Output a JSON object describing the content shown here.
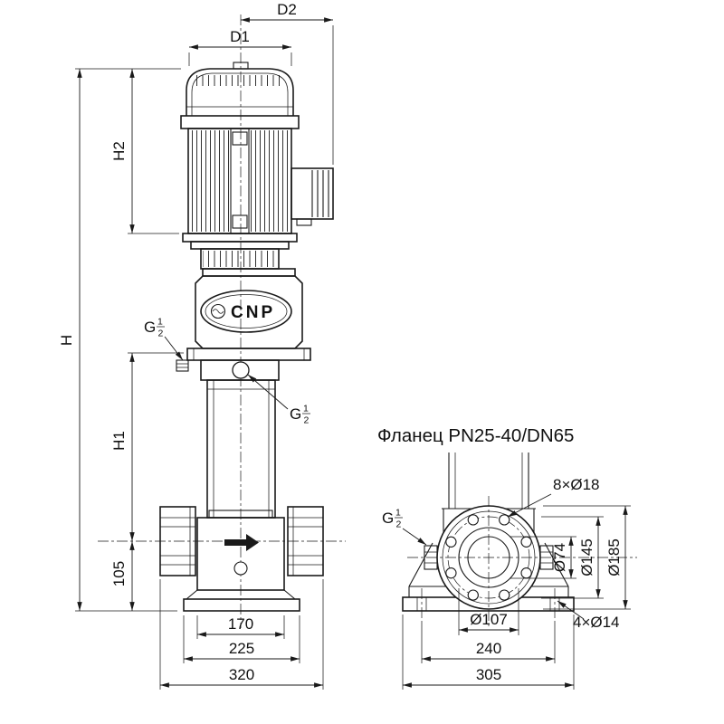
{
  "drawing": {
    "left_view": {
      "dim_d2": "D2",
      "dim_d1": "D1",
      "dim_h": "H",
      "dim_h2": "H2",
      "dim_h1": "H1",
      "dim_105": "105",
      "dim_170": "170",
      "dim_225": "225",
      "dim_320": "320",
      "logo": "CNP"
    },
    "right_view": {
      "title": "Фланец PN25-40/DN65",
      "dim_bolts_flange": "8×Ø18",
      "dim_d74": "Ø74",
      "dim_d145": "Ø145",
      "dim_d185": "Ø185",
      "dim_d107": "Ø107",
      "dim_240": "240",
      "dim_305": "305",
      "dim_bolts_base": "4×Ø14"
    },
    "thread": {
      "letter": "G",
      "num": "1",
      "den": "2"
    }
  }
}
